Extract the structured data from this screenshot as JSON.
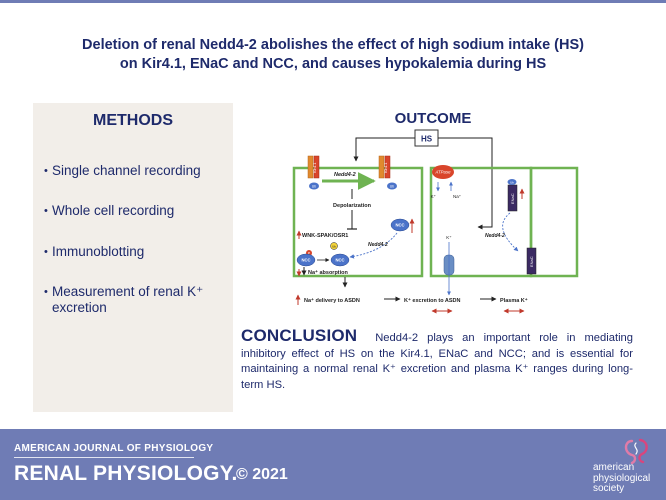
{
  "title": {
    "line1": "Deletion of renal Nedd4-2 abolishes the effect of high sodium intake (HS)",
    "line2": "on Kir4.1, ENaC and NCC, and causes hypokalemia during HS"
  },
  "methods": {
    "heading": "METHODS",
    "items": [
      "Single channel recording",
      "Whole cell recording",
      "Immunoblotting",
      "Measurement of renal K⁺ excretion"
    ]
  },
  "outcome": {
    "heading": "OUTCOME",
    "diagram": {
      "hs": "HS",
      "kir41_a": "Kir4.1",
      "kir41_b": "Kir4.1",
      "nedd42_left": "Nedd4-2",
      "ub_a": "Ub",
      "ub_b": "Ub",
      "depolarization": "Depolarization",
      "wnk": "WNK-SPAK/OSR1",
      "p": "P",
      "ub_c": "Ub",
      "ncc_a": "NCC",
      "ncc_b": "NCC",
      "ncc_c": "NCC",
      "nedd42_mid": "Nedd4-2",
      "na_absorption": "Na⁺ absorption",
      "na_delivery": "Na⁺ delivery to ASDN",
      "k_excretion": "K⁺ excretion to ASDN",
      "plasma_k": "Plasma K⁺",
      "atpase": "ATPase",
      "k_plus_a": "K⁺",
      "na_plus": "Na⁺",
      "k_plus_b": "K⁺",
      "enac_a": "ENaC",
      "enac_b": "ENaC",
      "nedd42_right": "Nedd4-2",
      "ub_d": "Ub"
    }
  },
  "conclusion": {
    "heading": "CONCLUSION",
    "text": "Nedd4-2 plays an important role in mediating inhibitory effect of HS on the Kir4.1, ENaC and NCC; and is essential for maintaining a normal renal K⁺ excretion and plasma K⁺ ranges during long-term HS."
  },
  "footer": {
    "journal_line1": "AMERICAN JOURNAL OF PHYSIOLOGY",
    "journal_line2": "RENAL PHYSIOLOGY.",
    "copyright": "© 2021",
    "society_line1": "american",
    "society_line2": "physiological",
    "society_line3": "society"
  },
  "colors": {
    "brand": "#6f7cb5",
    "navy": "#1e2a6b",
    "green": "#6fb352",
    "methods_bg": "#f2eee9"
  }
}
